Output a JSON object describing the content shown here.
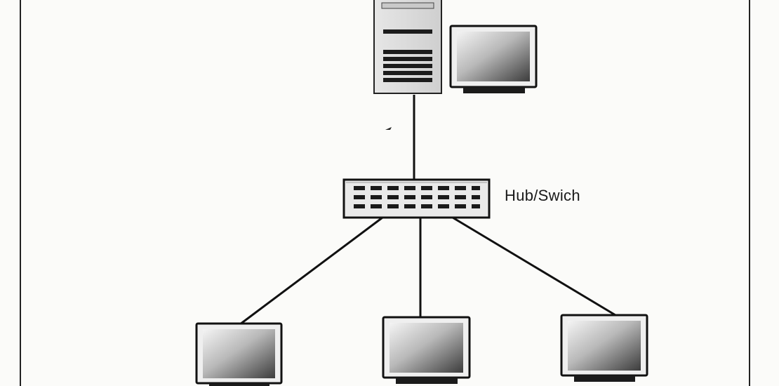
{
  "diagram": {
    "hub_label": "Hub/Swich"
  },
  "nodes": [
    {
      "id": "server",
      "kind": "server-tower"
    },
    {
      "id": "server-monitor",
      "kind": "monitor"
    },
    {
      "id": "hub-switch",
      "kind": "hub-switch"
    },
    {
      "id": "client-1",
      "kind": "monitor"
    },
    {
      "id": "client-2",
      "kind": "monitor"
    },
    {
      "id": "client-3",
      "kind": "monitor"
    }
  ],
  "links": [
    {
      "from": "server",
      "to": "hub-switch"
    },
    {
      "from": "hub-switch",
      "to": "client-1"
    },
    {
      "from": "hub-switch",
      "to": "client-2"
    },
    {
      "from": "hub-switch",
      "to": "client-3"
    }
  ]
}
